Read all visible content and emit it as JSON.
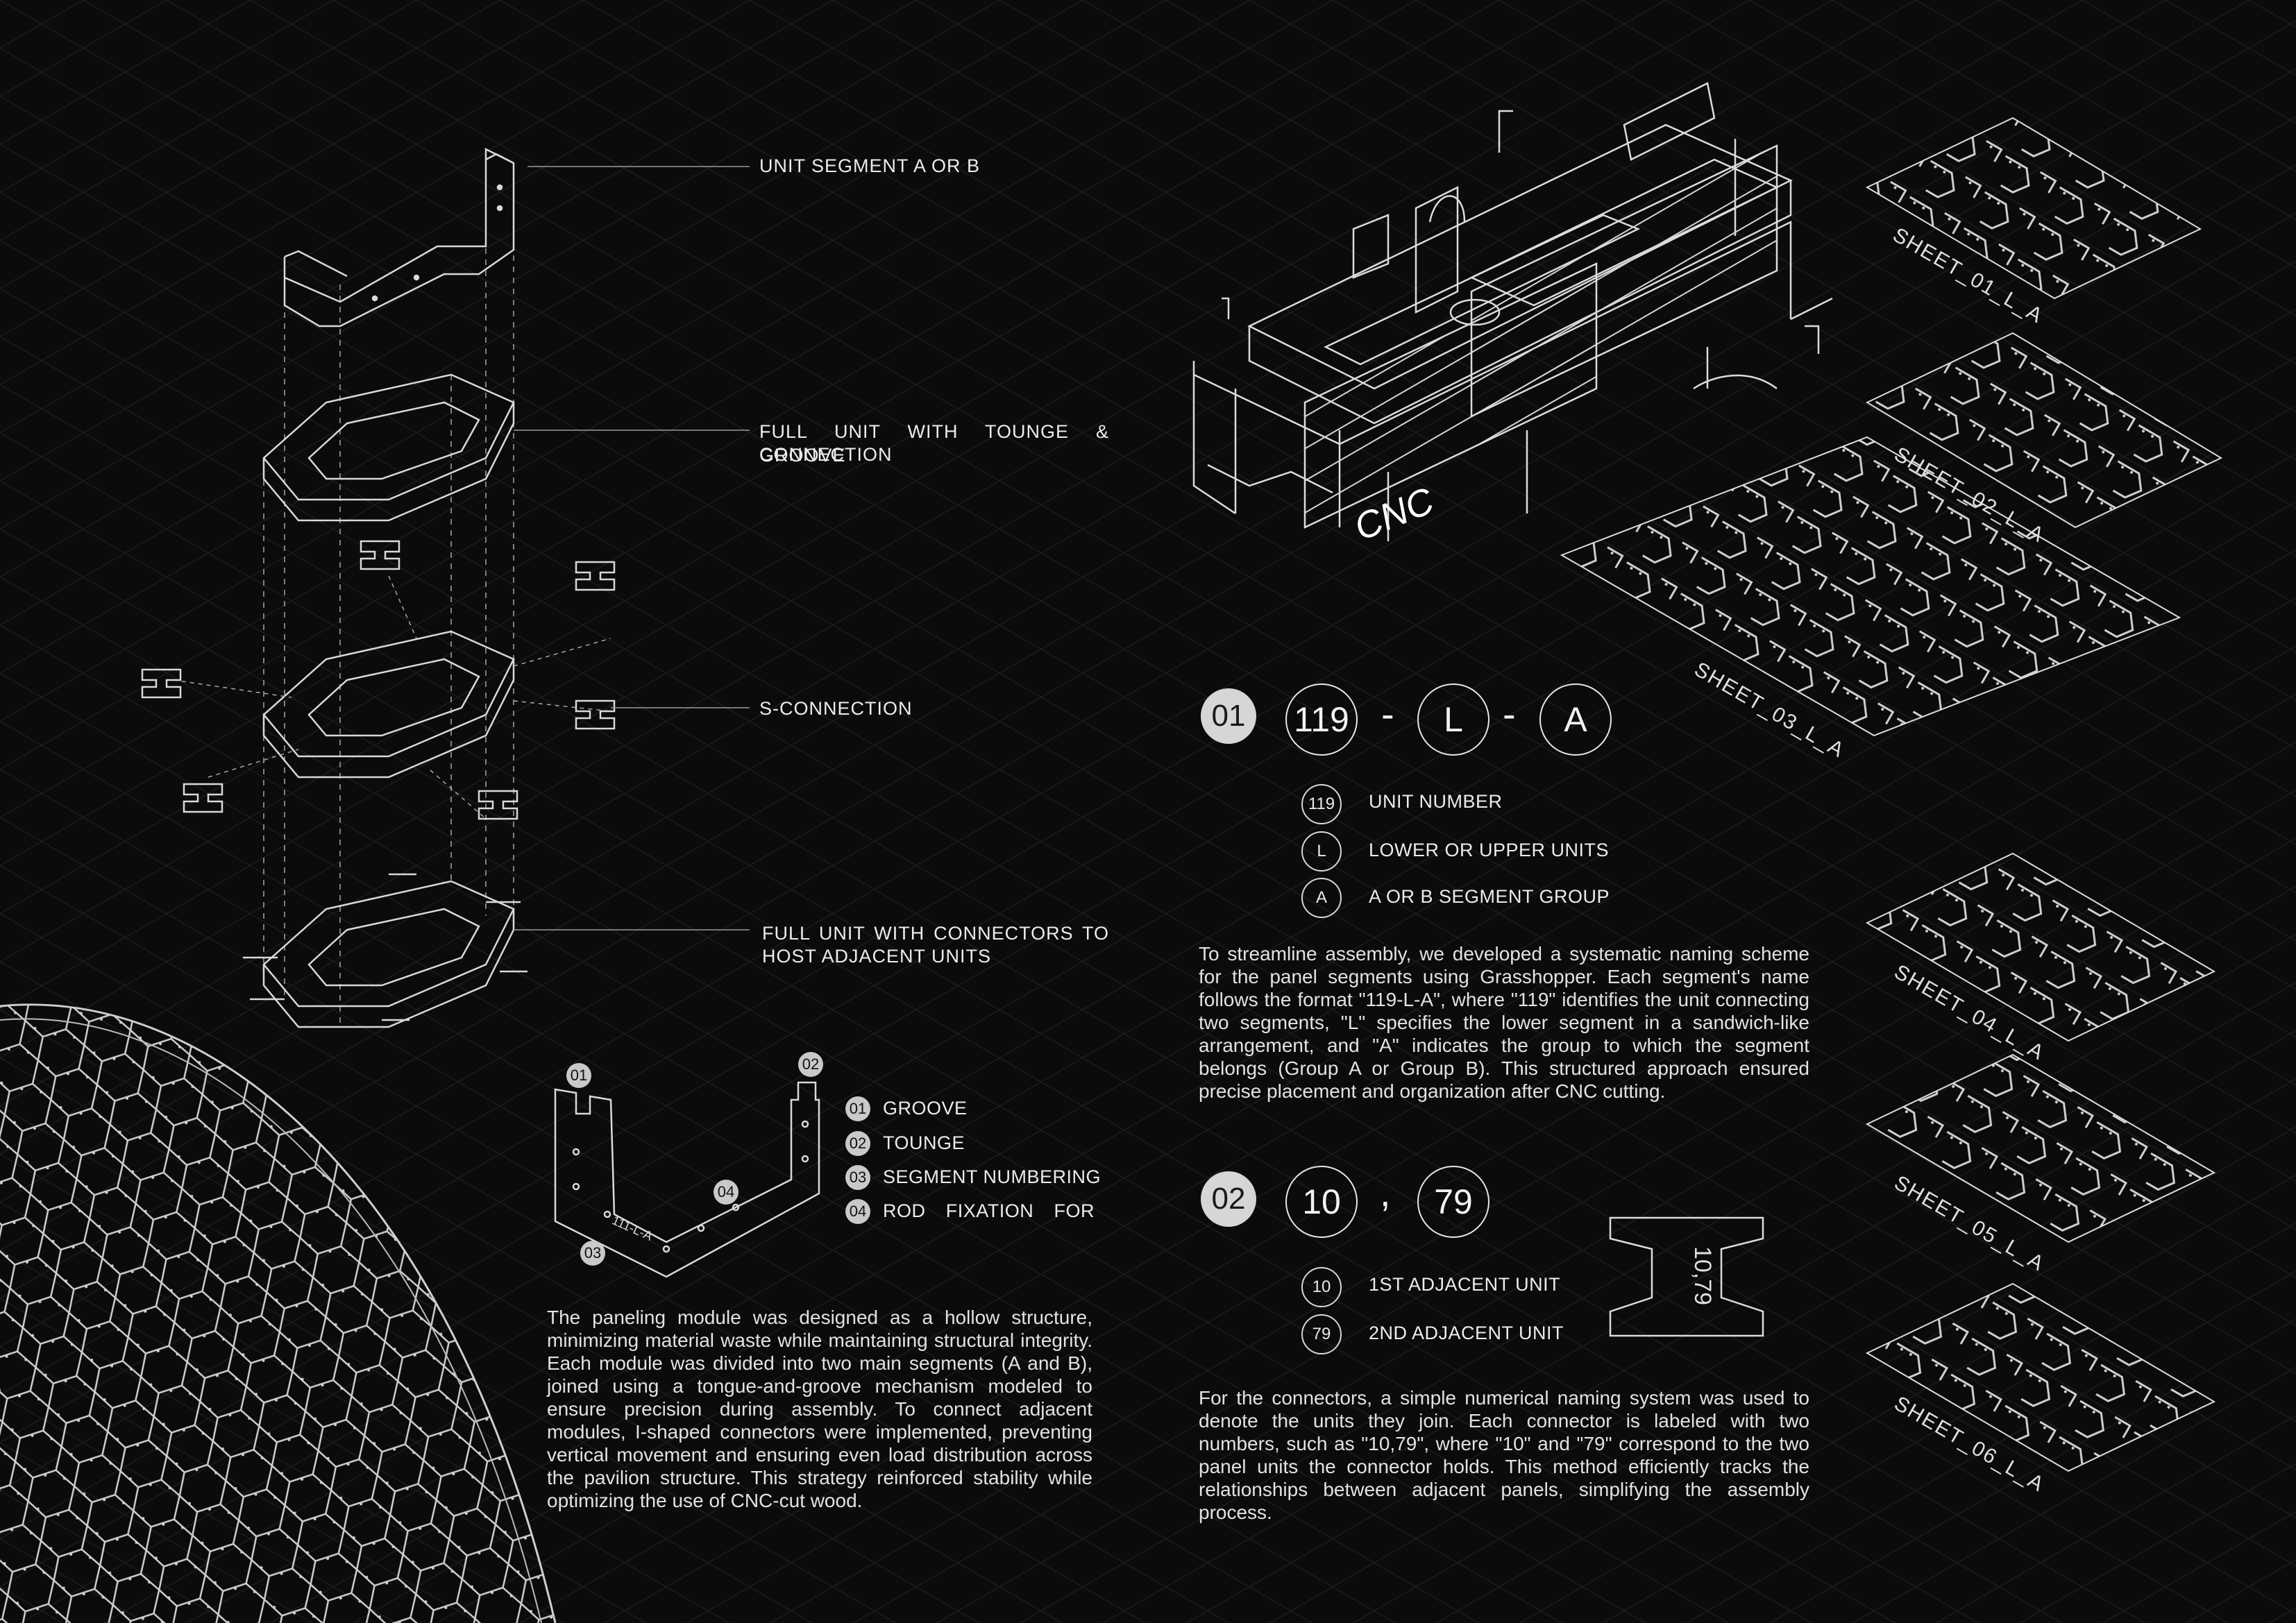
{
  "callouts": {
    "unit_segment": "UNIT SEGMENT A OR B",
    "full_unit_tongue_line1": "FULL UNIT WITH TOUNGE & GROOVE",
    "full_unit_tongue_line2": "CONNECTION",
    "s_connection": "S-CONNECTION",
    "full_unit_connectors_line1": "FULL UNIT WITH CONNECTORS TO",
    "full_unit_connectors_line2": "HOST ADJACENT UNITS"
  },
  "segment_detail": {
    "badges": [
      "01",
      "02",
      "03",
      "04"
    ],
    "part_label": "111-L-A",
    "legend": [
      {
        "num": "01",
        "label": "GROOVE"
      },
      {
        "num": "02",
        "label": "TOUNGE"
      },
      {
        "num": "03",
        "label": "SEGMENT NUMBERING"
      },
      {
        "num": "04",
        "label": "ROD FIXATION FOR"
      }
    ]
  },
  "paneling_paragraph": "The paneling module was designed as a hollow structure, minimizing material waste while maintaining structural integrity. Each module was divided into two main segments (A and B), joined using a tongue-and-groove mechanism modeled to ensure precision during assembly. To connect adjacent modules, I-shaped connectors were implemented, preventing vertical movement and ensuring even load distribution across the pavilion structure. This strategy reinforced stability while optimizing the use of CNC-cut wood.",
  "cnc_label": "CNC",
  "sheets": [
    "SHEET_01_L_A",
    "SHEET_02_L_A",
    "SHEET_03_L_A",
    "SHEET_04_L_A",
    "SHEET_05_L_A",
    "SHEET_06_L_A"
  ],
  "naming_01": {
    "step": "01",
    "parts": [
      "119",
      "L",
      "A"
    ],
    "separator": "-",
    "legend": [
      {
        "sym": "119",
        "label": "UNIT NUMBER"
      },
      {
        "sym": "L",
        "label": "LOWER OR UPPER UNITS"
      },
      {
        "sym": "A",
        "label": "A OR B SEGMENT GROUP"
      }
    ],
    "paragraph": "To streamline assembly, we developed a systematic naming scheme for the panel segments using Grasshopper. Each segment's name follows the format \"119-L-A\", where \"119\" identifies the unit connecting two segments, \"L\" specifies the lower segment in a sandwich-like arrangement, and \"A\" indicates the group to which the segment belongs (Group A or Group B). This structured approach ensured precise placement and organization after CNC cutting."
  },
  "naming_02": {
    "step": "02",
    "parts": [
      "10",
      "79"
    ],
    "separator": ",",
    "legend": [
      {
        "sym": "10",
        "label": "1ST ADJACENT UNIT"
      },
      {
        "sym": "79",
        "label": "2ND ADJACENT UNIT"
      }
    ],
    "connector_label": "10,79",
    "paragraph": "For the connectors, a simple numerical naming system was used to denote the units they join. Each connector is labeled with two numbers, such as \"10,79\", where \"10\" and \"79\" correspond to the two panel units the connector holds. This method efficiently tracks the relationships between adjacent panels, simplifying the assembly process."
  },
  "colors": {
    "background": "#0b0b0b",
    "line": "#d9d9d9",
    "grid": "#1c1c1c",
    "badge_fill": "#c9c9c9"
  }
}
